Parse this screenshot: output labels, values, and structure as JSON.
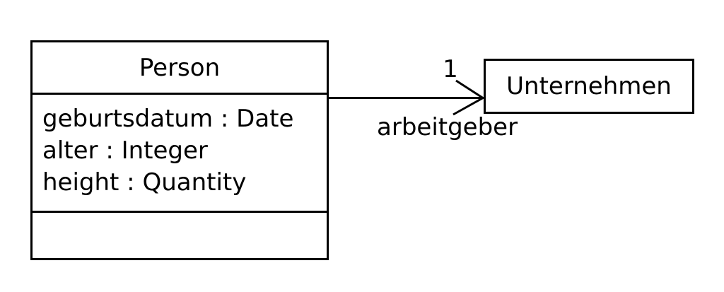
{
  "diagram": {
    "type": "uml-class-diagram",
    "background_color": "#ffffff",
    "stroke_color": "#000000",
    "classes": [
      {
        "id": "person",
        "name": "Person",
        "attributes": [
          "geburtsdatum : Date",
          "alter : Integer",
          "height : Quantity"
        ],
        "methods": []
      },
      {
        "id": "unternehmen",
        "name": "Unternehmen",
        "attributes": [],
        "methods": []
      }
    ],
    "associations": [
      {
        "from": "Person",
        "to": "Unternehmen",
        "multiplicity": "1",
        "role_label": "arbeitgeber",
        "arrowhead": "open",
        "direction": "right"
      }
    ]
  }
}
